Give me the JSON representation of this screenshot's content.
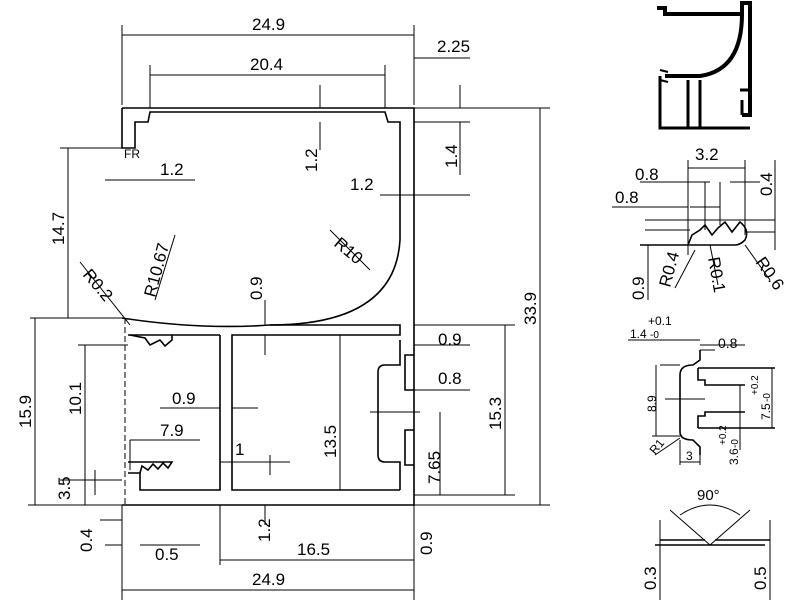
{
  "main_view": {
    "dims": {
      "top_width": "24.9",
      "inner_width": "20.4",
      "lip_offset": "2.25",
      "lip_thk_left": "1.2",
      "top_thk": "1.2",
      "top_lip": "1.4",
      "wall_thk": "1.2",
      "upper_height": "14.7",
      "radius_fillet": "R0.2",
      "radius_inner": "R10.67",
      "radius_big": "R10",
      "base_thk": "0.9",
      "total_height": "33.9",
      "lower_height_left": "15.9",
      "lower_height_right": "15.3",
      "groove_height": "10.1",
      "web_thk": "0.9",
      "groove_width": "7.9",
      "web_gap": "1",
      "chamber_height": "13.5",
      "slot_thk_top": "0.9",
      "slot_thk": "0.8",
      "slot_height": "7.65",
      "foot_height": "3.5",
      "foot_thk": "0.4",
      "foot_width": "0.5",
      "bottom_thk": "1.2",
      "chamber_width": "16.5",
      "bottom_wall": "0.9",
      "bottom_width": "24.9",
      "fr_mark": "FR"
    }
  },
  "detail_teeth": {
    "width": "3.2",
    "tooth_pitch": "0.8",
    "tooth_depth": "0.8",
    "top_gap": "0.4",
    "height": "0.9",
    "r1": "R0.4",
    "r2": "R0.1",
    "r3": "R0.6"
  },
  "detail_slot": {
    "opening": "1.4",
    "opening_tol_plus": "+0.1",
    "opening_tol_minus": "-0",
    "lip": "0.8",
    "height": "8.9",
    "inner": "7.5",
    "inner_tol_plus": "+0.2",
    "inner_tol_minus": "-0",
    "neck": "3.6",
    "neck_tol_plus": "+0.2",
    "neck_tol_minus": "-0",
    "radius": "R1",
    "depth": "3"
  },
  "detail_angle": {
    "angle": "90°",
    "left_thk": "0.3",
    "right_thk": "0.5"
  }
}
